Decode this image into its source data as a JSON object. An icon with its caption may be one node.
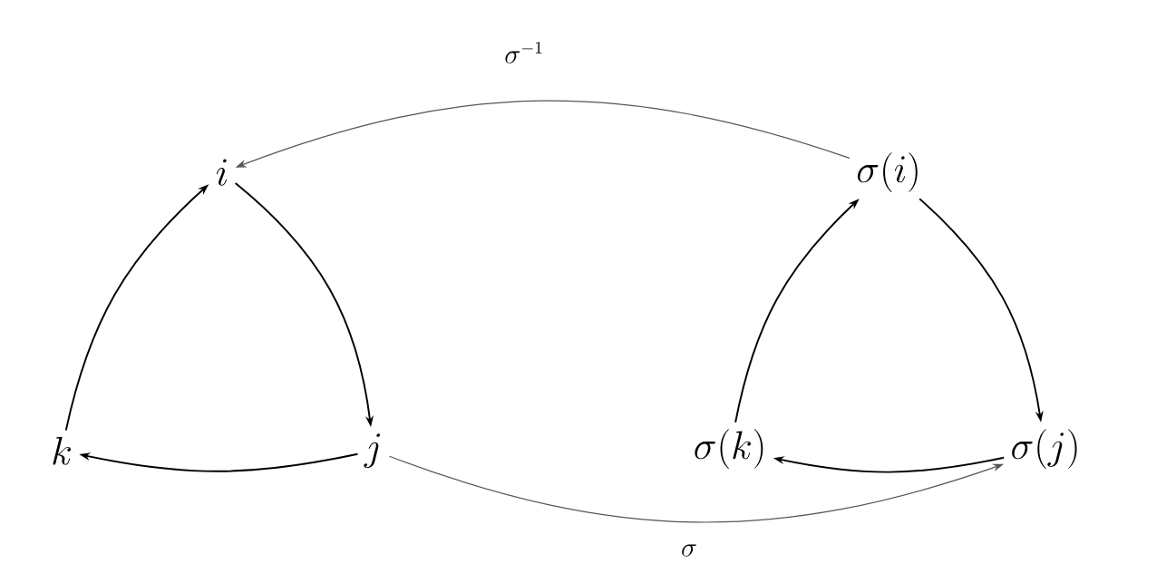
{
  "diagram": {
    "nodes": [
      {
        "text": [
          "i"
        ]
      },
      {
        "text": [
          "\\sigma(i)"
        ]
      },
      {
        "text": [
          "k"
        ]
      },
      {
        "text": [
          "j"
        ]
      },
      {
        "text": [
          "\\sigma(k)"
        ]
      },
      {
        "text": [
          "\\sigma(j)"
        ]
      }
    ],
    "edges": [
      {
        "from": 0,
        "to": 3,
        "arrow": "to"
      },
      {
        "from": 3,
        "to": 2,
        "arrow": "to"
      },
      {
        "from": 2,
        "to": 0,
        "arrow": "to"
      },
      {
        "from": 1,
        "to": 5,
        "arrow": "to"
      },
      {
        "from": 5,
        "to": 4,
        "arrow": "to"
      },
      {
        "from": 4,
        "to": 1,
        "arrow": "to"
      },
      {
        "from": 1,
        "to": 0,
        "arrow": "to",
        "label": "\\sigma^{-1}",
        "color": "#555555"
      },
      {
        "from": 3,
        "to": 5,
        "arrow": "to",
        "label": "\\sigma",
        "color": "#555555"
      }
    ]
  }
}
